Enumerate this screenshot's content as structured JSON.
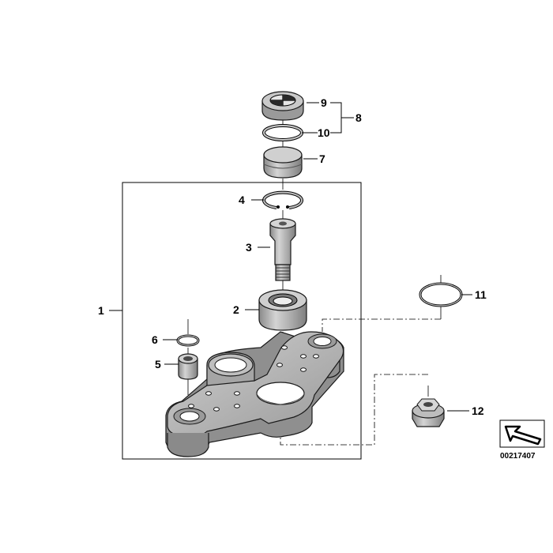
{
  "diagram": {
    "callouts": [
      {
        "id": "c1",
        "number": "1"
      },
      {
        "id": "c2",
        "number": "2"
      },
      {
        "id": "c3",
        "number": "3"
      },
      {
        "id": "c4",
        "number": "4"
      },
      {
        "id": "c5",
        "number": "5"
      },
      {
        "id": "c6",
        "number": "6"
      },
      {
        "id": "c7",
        "number": "7"
      },
      {
        "id": "c8",
        "number": "8"
      },
      {
        "id": "c9",
        "number": "9"
      },
      {
        "id": "c10",
        "number": "10"
      },
      {
        "id": "c11",
        "number": "11"
      },
      {
        "id": "c12",
        "number": "12"
      }
    ],
    "drawing_code": "00217407",
    "colors": {
      "ink": "#000000",
      "part_dark": "#8f8f8f",
      "part_mid": "#b4b4b4",
      "part_light": "#d9d9d9",
      "background": "#ffffff"
    }
  }
}
